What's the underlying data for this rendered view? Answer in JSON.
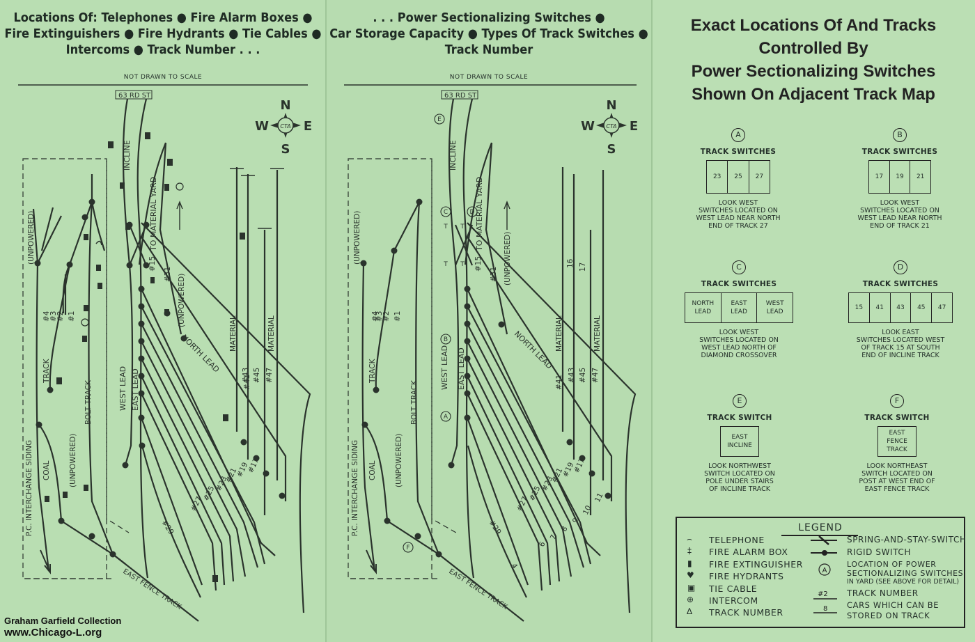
{
  "panel1": {
    "header_lines": [
      "Locations Of: Telephones ● Fire Alarm Boxes ●",
      "Fire Extinguishers ● Fire Hydrants ● Tie Cables ●",
      "Intercoms ● Track Number . . ."
    ],
    "scale_note": "NOT DRAWN TO SCALE"
  },
  "panel2": {
    "header_lines": [
      ". . . Power Sectionalizing Switches ●",
      "Car Storage Capacity ● Types Of Track Switches ●",
      "Track Number"
    ],
    "scale_note": "NOT DRAWN TO SCALE"
  },
  "map_labels": {
    "street": "63 RD ST",
    "compass": {
      "n": "N",
      "s": "S",
      "e": "E",
      "w": "W",
      "logo": "CTA"
    },
    "incline": "INCLINE",
    "to_material_yard": "TO MATERIAL YARD",
    "unpowered": "(UNPOWERED)",
    "interchange": "P.C. INTERCHANGE SIDING",
    "coal": "COAL",
    "track": "TRACK",
    "bolt_track": "BOLT TRACK",
    "west_lead": "WEST LEAD",
    "east_lead": "EAST LEAD",
    "north_lead": "NORTH LEAD",
    "material": "MATERIAL",
    "east_fence_track": "EAST FENCE TRACK",
    "p1_track_numbers": [
      "#4",
      "#3",
      "#2",
      "#1",
      "#15",
      "#31",
      "#41",
      "#43",
      "#45",
      "#47",
      "#29",
      "#27",
      "#25",
      "#23",
      "#21",
      "#19",
      "#17"
    ],
    "p2_capacity_numbers": [
      "16",
      "17",
      "11",
      "10",
      "9",
      "8",
      "7",
      "6",
      "4"
    ],
    "p2_switch_letters": [
      "A",
      "B",
      "C",
      "D",
      "E",
      "F"
    ],
    "rigid_letter": "T"
  },
  "panel3": {
    "title_lines": [
      "Exact Locations Of And Tracks",
      "Controlled By",
      "Power Sectionalizing Switches",
      "Shown On Adjacent Track Map"
    ],
    "boxes": [
      {
        "letter": "A",
        "heading": "TRACK SWITCHES",
        "cells": [
          "23",
          "25",
          "27"
        ],
        "note": [
          "LOOK WEST",
          "SWITCHES LOCATED ON",
          "WEST LEAD NEAR NORTH",
          "END OF TRACK 27"
        ]
      },
      {
        "letter": "B",
        "heading": "TRACK SWITCHES",
        "cells": [
          "17",
          "19",
          "21"
        ],
        "note": [
          "LOOK WEST",
          "SWITCHES LOCATED ON",
          "WEST LEAD NEAR NORTH",
          "END OF TRACK 21"
        ]
      },
      {
        "letter": "C",
        "heading": "TRACK SWITCHES",
        "cells": [
          "NORTH LEAD",
          "EAST LEAD",
          "WEST LEAD"
        ],
        "note": [
          "LOOK WEST",
          "SWITCHES LOCATED ON",
          "WEST LEAD NORTH OF",
          "DIAMOND CROSSOVER"
        ]
      },
      {
        "letter": "D",
        "heading": "TRACK SWITCHES",
        "cells": [
          "15",
          "41",
          "43",
          "45",
          "47"
        ],
        "note": [
          "LOOK EAST",
          "SWITCHES LOCATED WEST",
          "OF TRACK 15 AT SOUTH",
          "END OF INCLINE TRACK"
        ]
      },
      {
        "letter": "E",
        "heading": "TRACK SWITCH",
        "cells": [
          "EAST INCLINE"
        ],
        "note": [
          "LOOK NORTHWEST",
          "SWITCH LOCATED ON",
          "POLE UNDER STAIRS",
          "OF INCLINE TRACK"
        ]
      },
      {
        "letter": "F",
        "heading": "TRACK SWITCH",
        "cells": [
          "EAST FENCE TRACK"
        ],
        "note": [
          "LOOK NORTHEAST",
          "SWITCH LOCATED ON",
          "POST AT WEST END OF",
          "EAST FENCE TRACK"
        ]
      }
    ]
  },
  "legend": {
    "title": "LEGEND",
    "left_items": [
      "TELEPHONE",
      "FIRE ALARM BOX",
      "FIRE EXTINGUISHER",
      "FIRE HYDRANTS",
      "TIE CABLE",
      "INTERCOM",
      "TRACK NUMBER"
    ],
    "right_items": [
      "SPRING-AND-STAY-SWITCH",
      "RIGID SWITCH",
      "LOCATION OF POWER",
      "SECTIONALIZING SWITCHES",
      "IN YARD (SEE ABOVE FOR DETAIL)",
      "TRACK NUMBER",
      "CARS WHICH CAN BE",
      "STORED ON TRACK"
    ],
    "sym_letter": "A",
    "sym_track": "#2",
    "sym_capacity": "8"
  },
  "credit": {
    "line1": "Graham Garfield Collection",
    "line2": "www.Chicago-L.org"
  }
}
